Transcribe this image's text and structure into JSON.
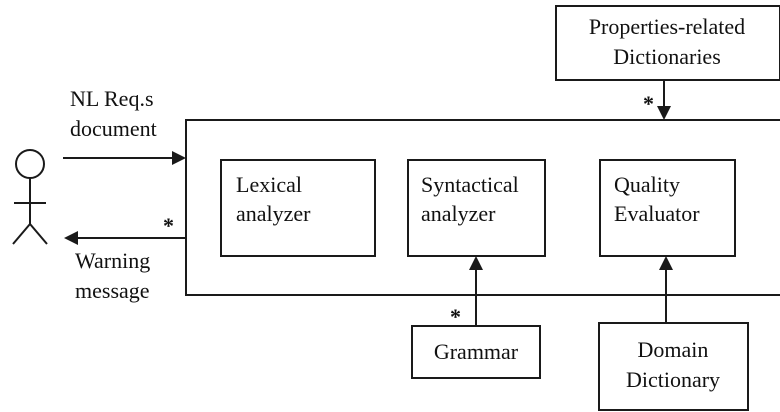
{
  "system_box": {},
  "components": {
    "lexical": {
      "line1": "Lexical",
      "line2": "analyzer"
    },
    "syntactical": {
      "line1": "Syntactical",
      "line2": "analyzer"
    },
    "quality": {
      "line1": "Quality",
      "line2": "Evaluator"
    }
  },
  "inputs": {
    "properties_dictionaries": {
      "line1": "Properties-related",
      "line2": "Dictionaries"
    },
    "grammar": {
      "label": "Grammar"
    },
    "domain_dictionary": {
      "line1": "Domain",
      "line2": "Dictionary"
    }
  },
  "flows": {
    "nl_document": {
      "line1": "NL Req.s",
      "line2": "document"
    },
    "warning": {
      "line1": "Warning",
      "line2": "message"
    }
  },
  "multiplicity": {
    "star": "*"
  }
}
